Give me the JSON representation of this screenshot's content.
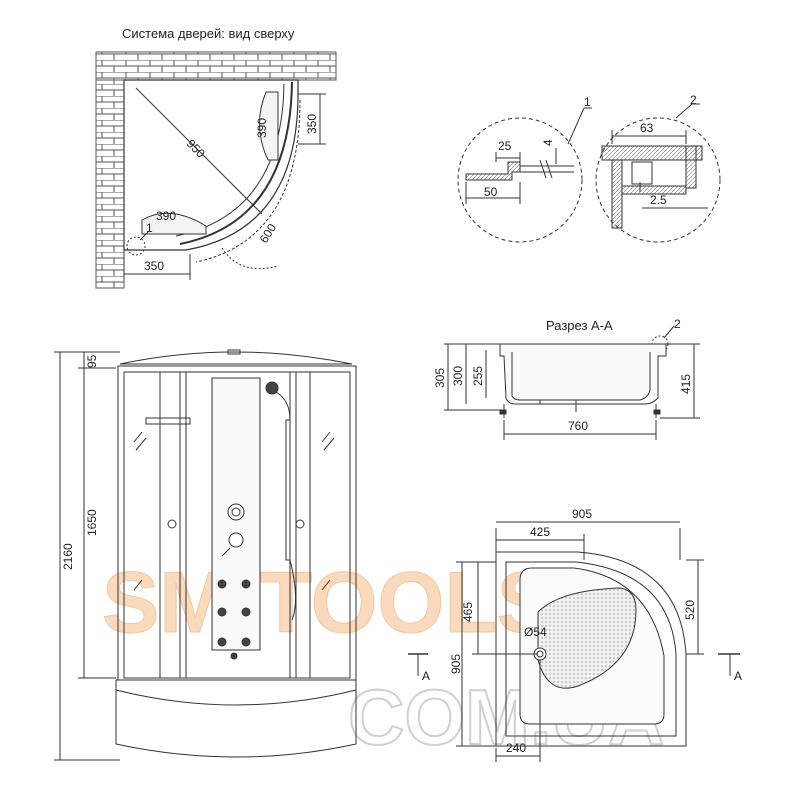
{
  "titles": {
    "doors_top_view": "Система дверей: вид сверху",
    "section": "Разрез А-А"
  },
  "top_view": {
    "d950": "950",
    "d390_a": "390",
    "d350_a": "350",
    "d390_b": "390",
    "d600": "600",
    "d350_b": "350",
    "callout_1": "1"
  },
  "detail1": {
    "label": "1",
    "d25": "25",
    "d4": "4",
    "d50": "50"
  },
  "detail2": {
    "label": "2",
    "d63": "63",
    "d25": "2.5"
  },
  "front": {
    "d95": "95",
    "d1650": "1650",
    "d2160": "2160"
  },
  "section_view": {
    "d305": "305",
    "d300": "300",
    "d255": "255",
    "d415": "415",
    "d760": "760",
    "callout_2": "2"
  },
  "tray_top": {
    "d905_top": "905",
    "d425": "425",
    "d465": "465",
    "d905_side": "905",
    "d520": "520",
    "d54": "Ø54",
    "d240": "240",
    "section_a_left": "A",
    "section_a_right": "A"
  },
  "watermark": {
    "line1": "SM-TOOLS",
    "line2": "COM.UA"
  },
  "colors": {
    "line": "#333333",
    "brick": "#555555",
    "watermark_orange": "#f0a050",
    "watermark_gray": "#d0d0d0"
  }
}
